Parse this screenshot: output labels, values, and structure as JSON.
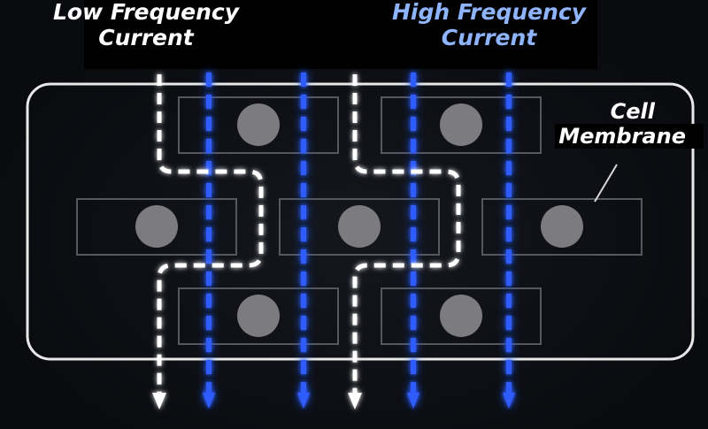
{
  "labels": {
    "low_frequency_line1": "Low Frequency",
    "low_frequency_line2": "Current",
    "high_frequency_line1": "High Frequency",
    "high_frequency_line2": "Current",
    "cell_membrane_line1": "Cell",
    "cell_membrane_line2": "Membrane"
  },
  "colors": {
    "background": "#0d0f14",
    "low_frequency_path": "#ffffff",
    "high_frequency_path": "#2f5bff",
    "high_frequency_glow": "#3d6bff",
    "cell_outline": "#55585e",
    "cell_nucleus": "#7c7c80",
    "tissue_outline": "#e8e8e8"
  },
  "icons": {
    "arrow": "arrow-down-icon",
    "nucleus": "circle-nucleus"
  }
}
